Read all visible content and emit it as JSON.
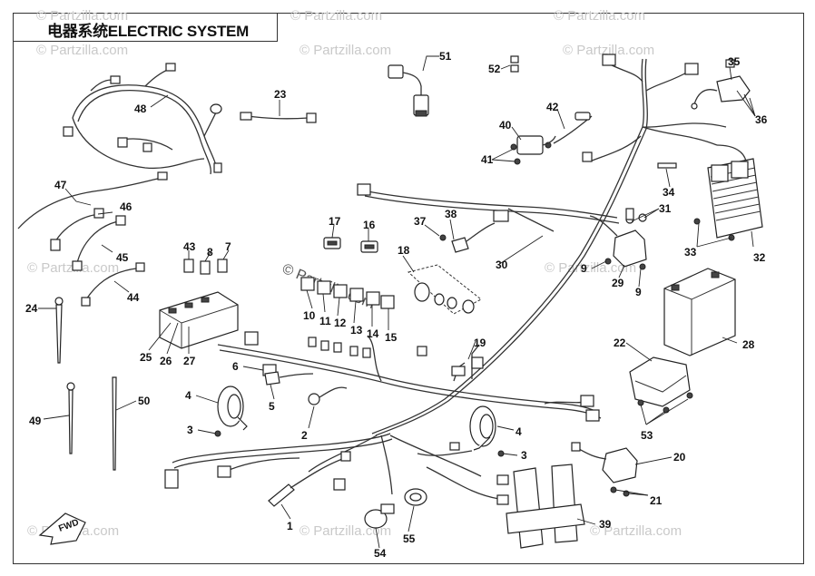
{
  "title": "电器系统ELECTRIC SYSTEM",
  "watermarks": [
    "© Partzilla.com",
    "© Partzilla.com",
    "© Partzilla.com",
    "© Partzilla.com",
    "© Partzilla.com",
    "© Partzilla.com",
    "© Partzilla.com",
    "© Partzilla.com",
    "© Partzilla.com",
    "© Partzilla.com",
    "© Partzilla.com"
  ],
  "center_watermark": "© Partzilla.com",
  "fwd_label": "FWD",
  "callouts": [
    "51",
    "52",
    "35",
    "36",
    "23",
    "48",
    "42",
    "40",
    "41",
    "34",
    "31",
    "33",
    "32",
    "47",
    "46",
    "45",
    "44",
    "17",
    "16",
    "37",
    "38",
    "30",
    "18",
    "9",
    "29",
    "9",
    "43",
    "8",
    "7",
    "28",
    "24",
    "25",
    "26",
    "27",
    "10",
    "11",
    "12",
    "13",
    "14",
    "15",
    "19",
    "22",
    "6",
    "5",
    "4",
    "3",
    "2",
    "50",
    "49",
    "53",
    "4",
    "3",
    "20",
    "21",
    "1",
    "54",
    "55",
    "39"
  ]
}
